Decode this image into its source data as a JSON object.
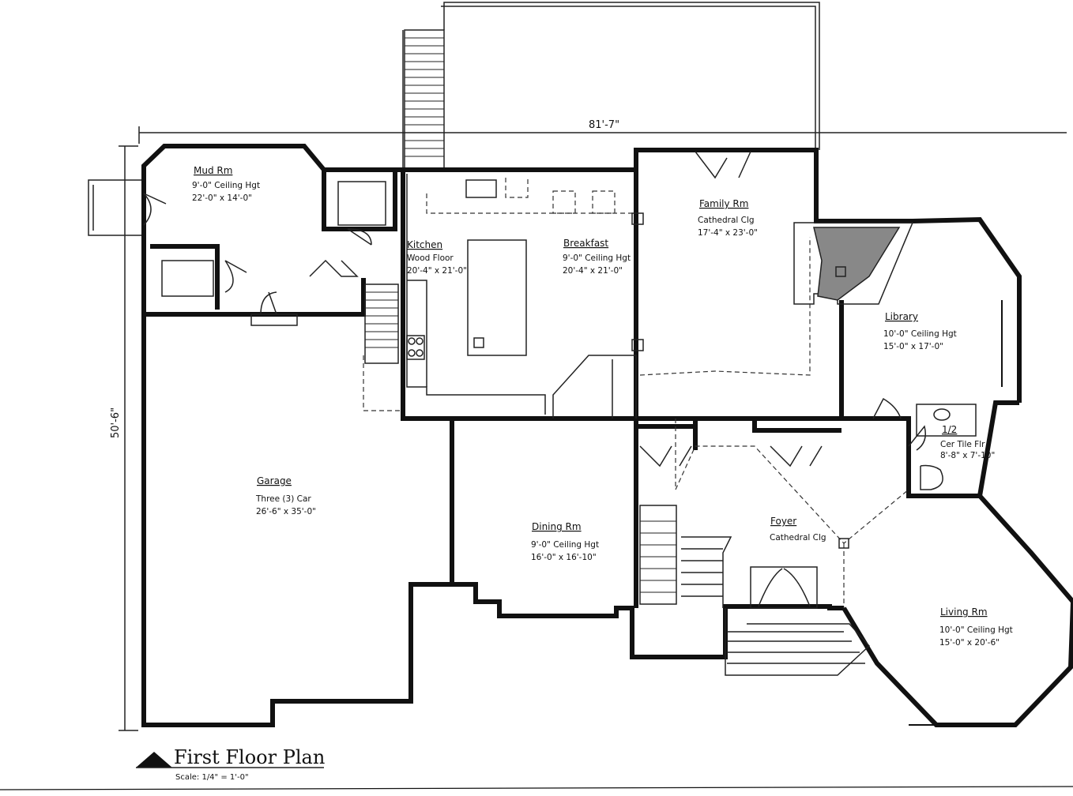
{
  "plan": {
    "title": "First Floor Plan",
    "scale": "Scale: 1/4\" = 1'-0\"",
    "overall_width": "81'-7\"",
    "overall_depth": "50'-6\""
  },
  "rooms": {
    "mud": {
      "name": "Mud Rm",
      "line1": "9'-0\" Ceiling Hgt",
      "line2": "22'-0\" x 14'-0\""
    },
    "kitchen": {
      "name": "Kitchen",
      "line1": "Wood Floor",
      "line2": "20'-4\" x 21'-0\""
    },
    "breakfast": {
      "name": "Breakfast",
      "line1": "9'-0\" Ceiling Hgt",
      "line2": "20'-4\" x 21'-0\""
    },
    "family": {
      "name": "Family Rm",
      "line1": "Cathedral Clg",
      "line2": "17'-4\" x 23'-0\""
    },
    "library": {
      "name": "Library",
      "line1": "10'-0\" Ceiling Hgt",
      "line2": "15'-0\" x 17'-0\""
    },
    "bath": {
      "name": "1/2",
      "line1": "Cer Tile Flr",
      "line2": "8'-8\" x 7'-10\""
    },
    "garage": {
      "name": "Garage",
      "line1": "Three (3) Car",
      "line2": "26'-6\" x 35'-0\""
    },
    "dining": {
      "name": "Dining Rm",
      "line1": "9'-0\" Ceiling Hgt",
      "line2": "16'-0\" x 16'-10\""
    },
    "foyer": {
      "name": "Foyer",
      "line1": "Cathedral Clg"
    },
    "living": {
      "name": "Living Rm",
      "line1": "10'-0\" Ceiling Hgt",
      "line2": "15'-0\" x 20'-6\""
    }
  }
}
